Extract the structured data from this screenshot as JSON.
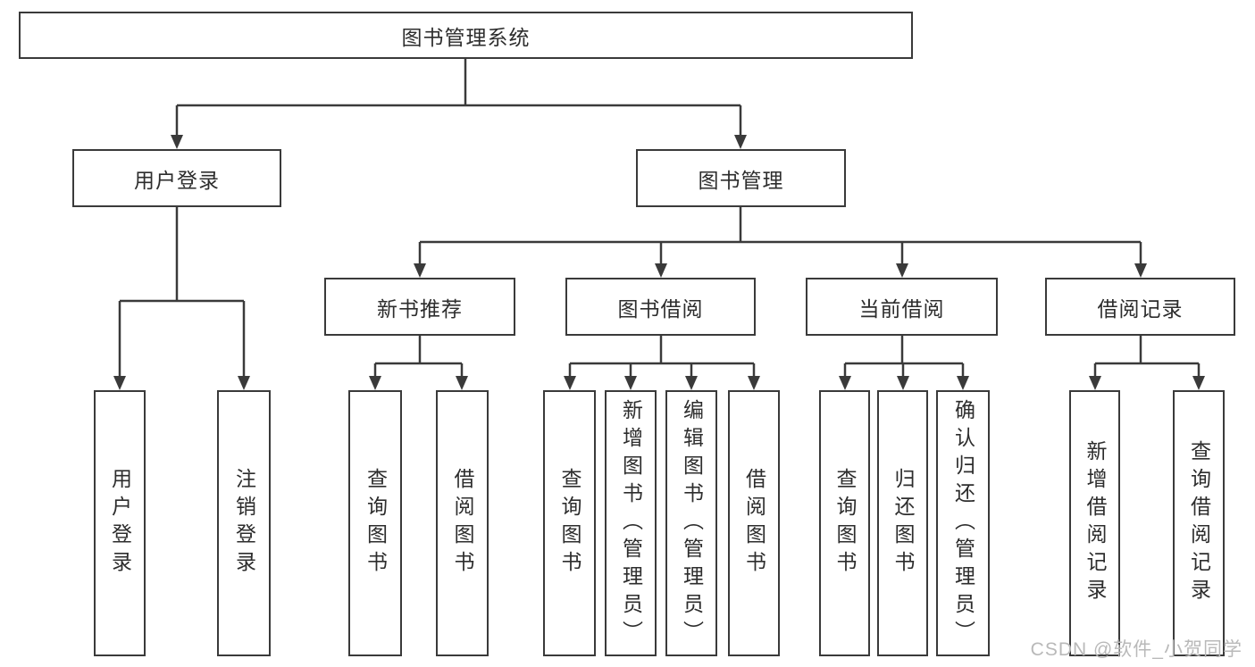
{
  "diagram": {
    "root": "图书管理系统",
    "branches": [
      {
        "label": "用户登录",
        "leaves": [
          "用户登录",
          "注销登录"
        ]
      },
      {
        "label": "图书管理",
        "groups": [
          {
            "label": "新书推荐",
            "leaves": [
              "查询图书",
              "借阅图书"
            ]
          },
          {
            "label": "图书借阅",
            "leaves": [
              "查询图书",
              "新增图书（管理员）",
              "编辑图书（管理员）",
              "借阅图书"
            ]
          },
          {
            "label": "当前借阅",
            "leaves": [
              "查询图书",
              "归还图书",
              "确认归还（管理员）"
            ]
          },
          {
            "label": "借阅记录",
            "leaves": [
              "新增借阅记录",
              "查询借阅记录"
            ]
          }
        ]
      }
    ]
  },
  "watermark": "CSDN @软件_小贺同学",
  "colors": {
    "line": "#3a3a3a",
    "text": "#2d2d2d",
    "box_background": "#ffffff",
    "watermark": "#b9b9b9",
    "background": "#ffffff"
  }
}
